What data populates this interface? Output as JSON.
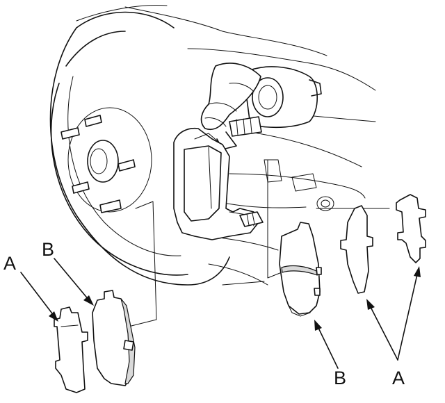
{
  "labels": {
    "left_shim": "A",
    "left_pad": "B",
    "right_pad": "B",
    "right_shims": "A"
  }
}
